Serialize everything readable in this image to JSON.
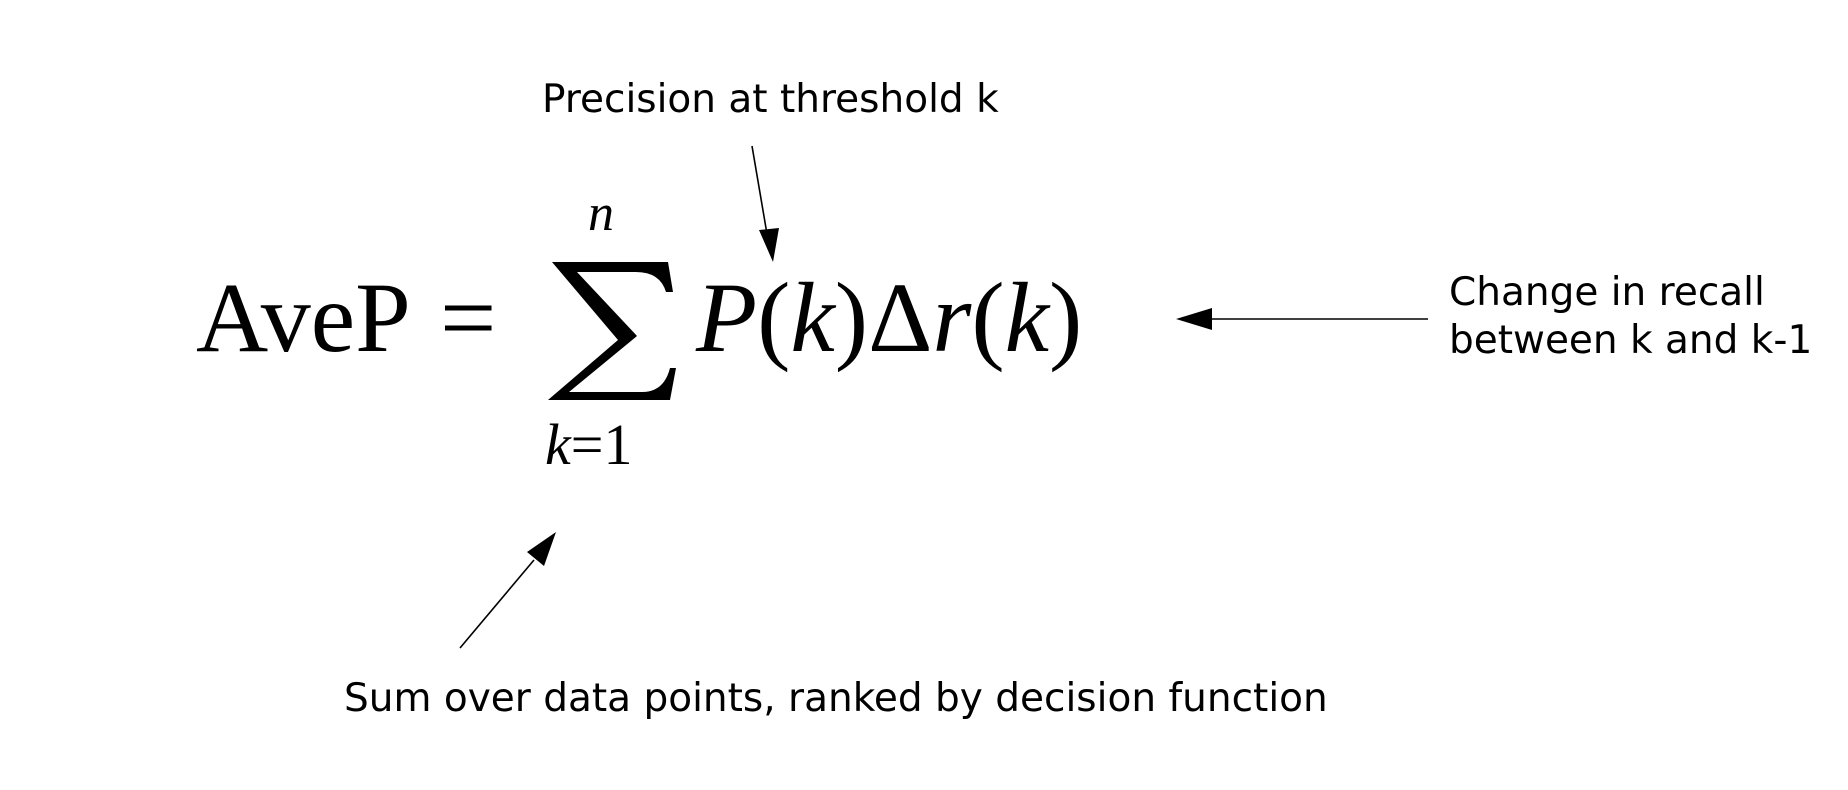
{
  "annotations": {
    "precision": "Precision at threshold k",
    "recall_line1": "Change in recall",
    "recall_line2": "between k and k-1",
    "sum": "Sum over data points, ranked by decision function"
  },
  "formula": {
    "lhs": "AveP",
    "equals": "=",
    "sum_symbol": "∑",
    "upper_limit": "n",
    "lower_limit_var": "k",
    "lower_limit_rest": "=1",
    "summand_P": "P",
    "summand_open1": "(",
    "summand_k1": "k",
    "summand_close1": ")",
    "summand_delta": "Δ",
    "summand_r": "r",
    "summand_open2": "(",
    "summand_k2": "k",
    "summand_close2": ")"
  },
  "colors": {
    "ink": "#000000",
    "background": "#ffffff"
  }
}
